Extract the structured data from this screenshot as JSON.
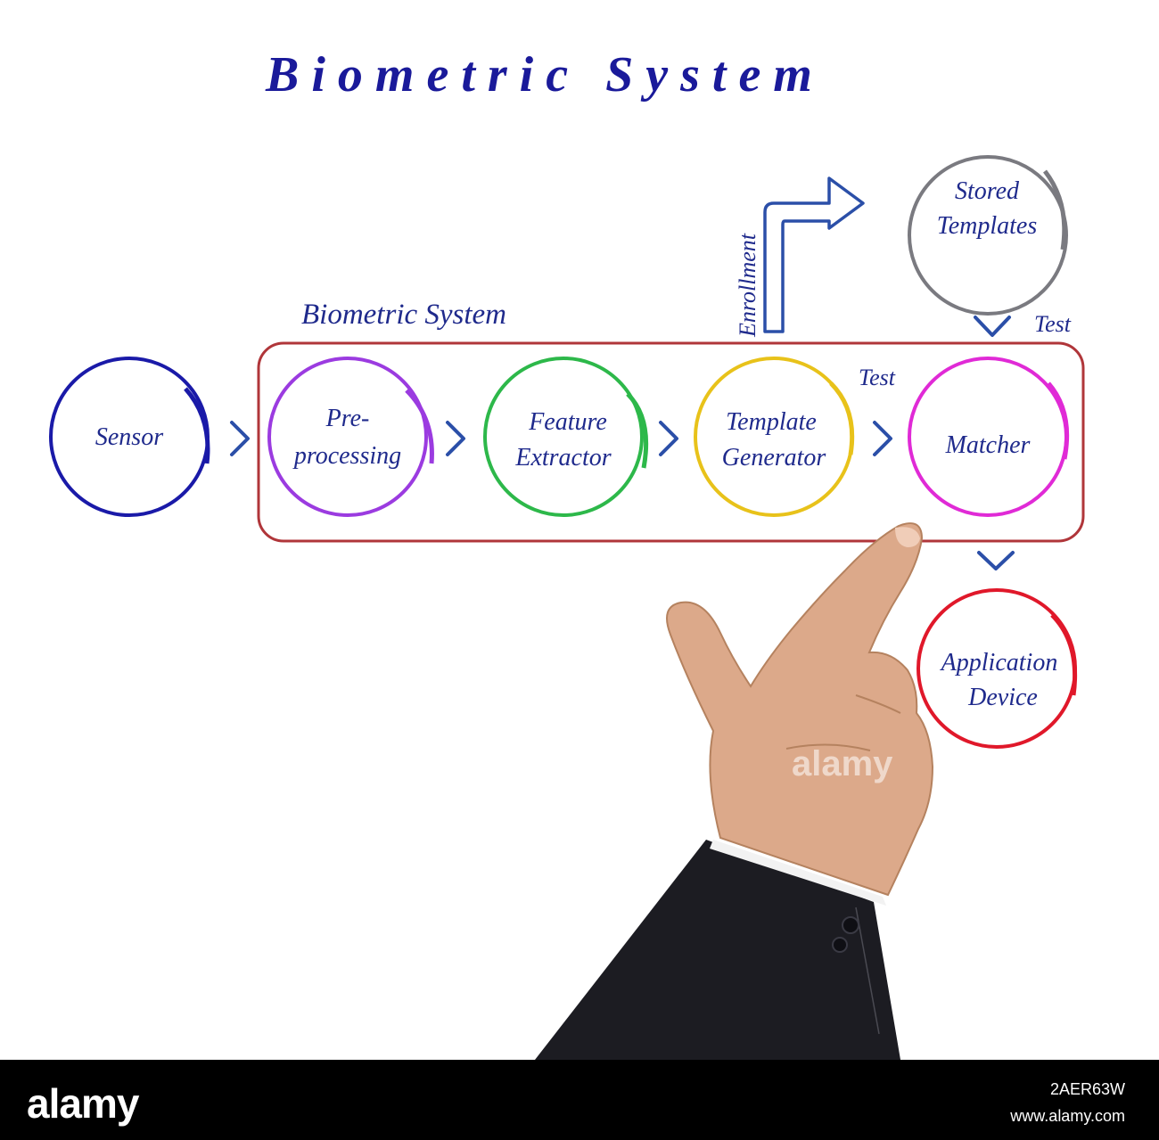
{
  "title": "Biometric System",
  "group_label": "Biometric System",
  "nodes": [
    {
      "id": "sensor",
      "lines": [
        "Sensor"
      ],
      "color": "#1a1aa8"
    },
    {
      "id": "preprocessing",
      "lines": [
        "Pre-",
        "processing"
      ],
      "color": "#9b3be0"
    },
    {
      "id": "feature",
      "lines": [
        "Feature",
        "Extractor"
      ],
      "color": "#2db84a"
    },
    {
      "id": "template",
      "lines": [
        "Template",
        "Generator"
      ],
      "color": "#e8c21a"
    },
    {
      "id": "matcher",
      "lines": [
        "Matcher"
      ],
      "color": "#e02ad6"
    },
    {
      "id": "stored",
      "lines": [
        "Stored",
        "Templates"
      ],
      "color": "#7a7a80"
    },
    {
      "id": "application",
      "lines": [
        "Application",
        "Device"
      ],
      "color": "#e0182a"
    }
  ],
  "labels": {
    "enrollment": "Enrollment",
    "test_top": "Test",
    "test_mid": "Test"
  },
  "colors": {
    "group_frame": "#b0363a",
    "arrow": "#2b4fa8",
    "text": "#1f2a8c"
  },
  "footer": {
    "brand": "alamy",
    "image_id": "2AER63W",
    "site": "www.alamy.com"
  },
  "watermark": "alamy"
}
